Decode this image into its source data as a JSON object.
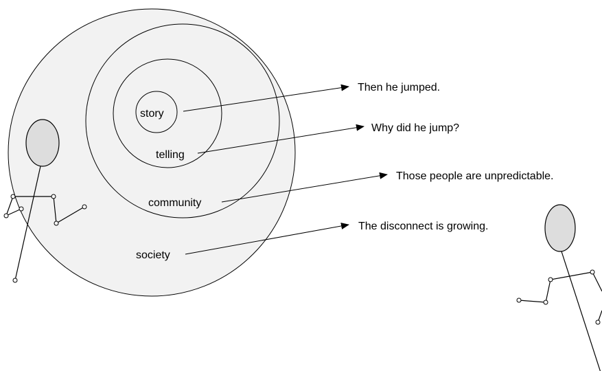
{
  "diagram": {
    "rings": [
      {
        "id": "story",
        "label": "story"
      },
      {
        "id": "telling",
        "label": "telling"
      },
      {
        "id": "community",
        "label": "community"
      },
      {
        "id": "society",
        "label": "society"
      }
    ],
    "statements": [
      {
        "id": "story",
        "text": "Then he jumped."
      },
      {
        "id": "telling",
        "text": "Why did he jump?"
      },
      {
        "id": "community",
        "text": "Those people are unpredictable."
      },
      {
        "id": "society",
        "text": "The disconnect is growing."
      }
    ]
  },
  "colors": {
    "ring_fill": "#f2f2f2",
    "figure_head": "#dddddd",
    "stroke": "#000000"
  }
}
